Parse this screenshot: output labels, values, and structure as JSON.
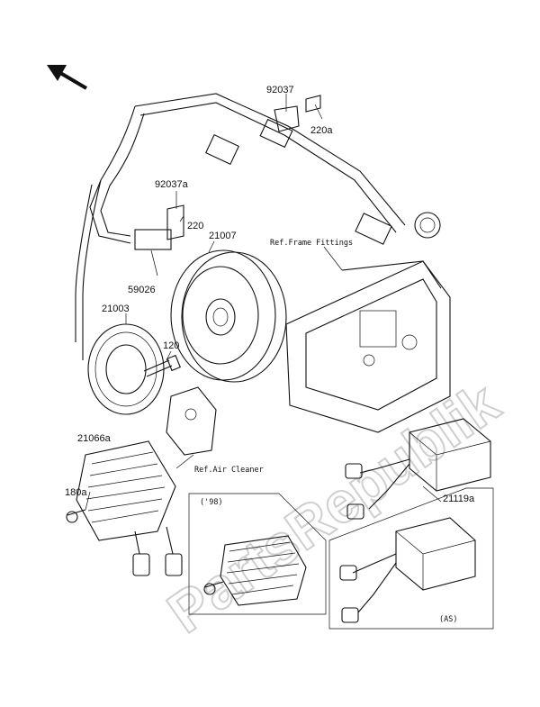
{
  "parts": {
    "p92037": "92037",
    "p220a": "220a",
    "p92037a": "92037a",
    "p220": "220",
    "p59026": "59026",
    "p21007": "21007",
    "p21003": "21003",
    "p120": "120",
    "p21066a": "21066a",
    "p180a": "180a",
    "p21119a": "21119a"
  },
  "refs": {
    "frame": "Ref.Frame Fittings",
    "air": "Ref.Air Cleaner"
  },
  "insets": {
    "year": "('98)",
    "as": "(AS)"
  },
  "watermark": "PartsRepublik"
}
